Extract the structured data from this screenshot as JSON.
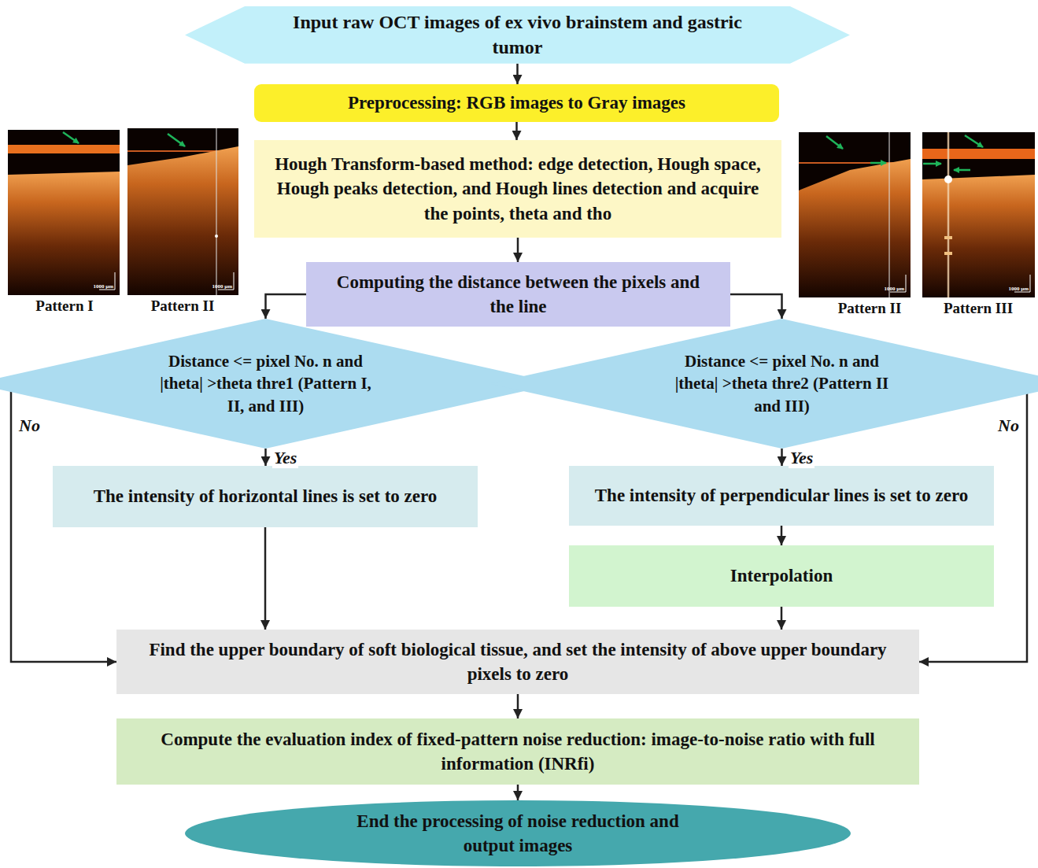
{
  "diagram": {
    "nodes": [
      {
        "text": [
          "Input raw OCT images of ex vivo brainstem and gastric tumor"
        ]
      },
      {
        "text": [
          "Preprocessing: RGB images to Gray images"
        ]
      },
      {
        "text": [
          "Hough Transform-based method: edge detection, Hough space, Hough peaks detection, and Hough lines detection and acquire the points, theta and tho"
        ]
      },
      {
        "text": [
          "Computing the distance between the pixels and the line"
        ]
      },
      {
        "text": [
          "Distance <= pixel No. n and |theta| >theta thre1 (Pattern I, II, and III)"
        ]
      },
      {
        "text": [
          "Distance <= pixel No. n and |theta| >theta thre2 (Pattern II and III)"
        ]
      },
      {
        "text": [
          "The intensity of horizontal lines is set to zero"
        ]
      },
      {
        "text": [
          "The intensity of perpendicular lines is set to zero"
        ]
      },
      {
        "text": [
          "Interpolation"
        ]
      },
      {
        "text": [
          "Find the upper boundary of soft biological tissue, and set the intensity of above upper boundary pixels to zero"
        ]
      },
      {
        "text": [
          "Compute the evaluation index of fixed-pattern noise reduction: image-to-noise ratio with full information (INRfi)"
        ]
      },
      {
        "text": [
          "End the processing of noise reduction and output images"
        ]
      }
    ],
    "edges": [
      {
        "from": 0,
        "to": 1,
        "arrow": "to"
      },
      {
        "from": 1,
        "to": 2,
        "arrow": "to"
      },
      {
        "from": 2,
        "to": 3,
        "arrow": "to"
      },
      {
        "from": 3,
        "to": 4,
        "arrow": "to"
      },
      {
        "from": 3,
        "to": 5,
        "arrow": "to"
      },
      {
        "from": 4,
        "to": 6,
        "label": "Yes",
        "arrow": "to"
      },
      {
        "from": 4,
        "to": 9,
        "label": "No",
        "arrow": "to"
      },
      {
        "from": 5,
        "to": 7,
        "label": "Yes",
        "arrow": "to"
      },
      {
        "from": 5,
        "to": 9,
        "label": "No",
        "arrow": "to"
      },
      {
        "from": 6,
        "to": 9,
        "arrow": "to"
      },
      {
        "from": 7,
        "to": 8,
        "arrow": "to"
      },
      {
        "from": 8,
        "to": 9,
        "arrow": "to"
      },
      {
        "from": 9,
        "to": 10,
        "arrow": "to"
      },
      {
        "from": 10,
        "to": 11,
        "arrow": "to"
      }
    ],
    "labels": [
      "Pattern I",
      "Pattern II",
      "Pattern II",
      "Pattern III",
      "1000 μm",
      "1000 μm",
      "1000 μm",
      "1000 μm"
    ]
  }
}
